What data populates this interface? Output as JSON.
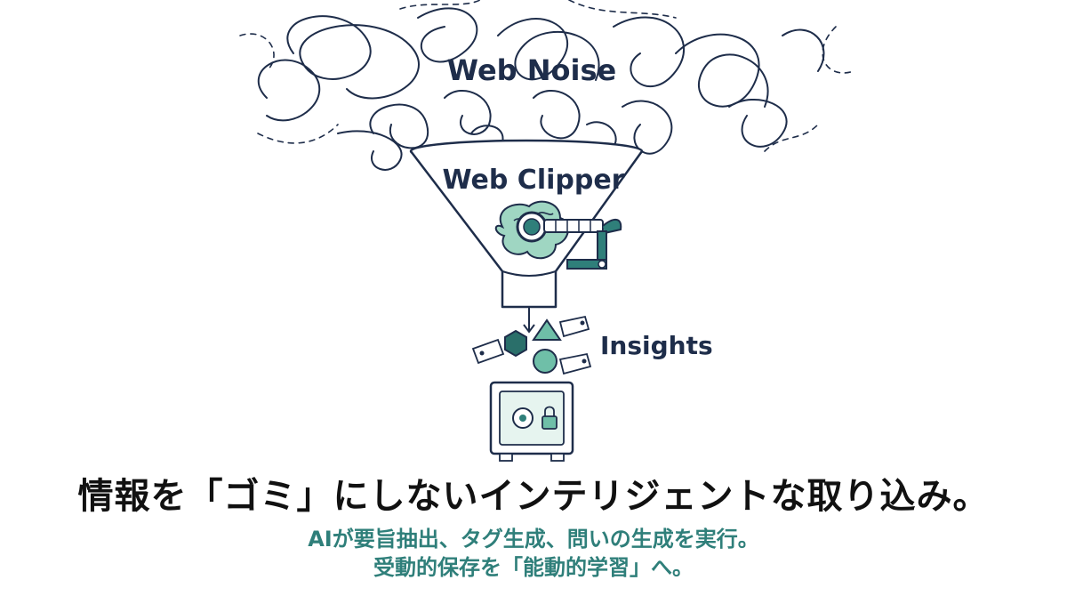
{
  "diagram": {
    "labels": {
      "noise": "Web Noise",
      "clipper": "Web Clipper",
      "insights": "Insights"
    }
  },
  "caption": {
    "headline": "情報を「ゴミ」にしないインテリジェントな取り込み。",
    "sub1": "AIが要旨抽出、タグ生成、問いの生成を実行。",
    "sub2": "受動的保存を「能動的学習」へ。"
  },
  "colors": {
    "ink": "#1e2d4a",
    "teal": "#2f7f7a",
    "teal_light": "#9fd6c2",
    "teal_dark": "#2a6f6a",
    "headline": "#111111"
  }
}
